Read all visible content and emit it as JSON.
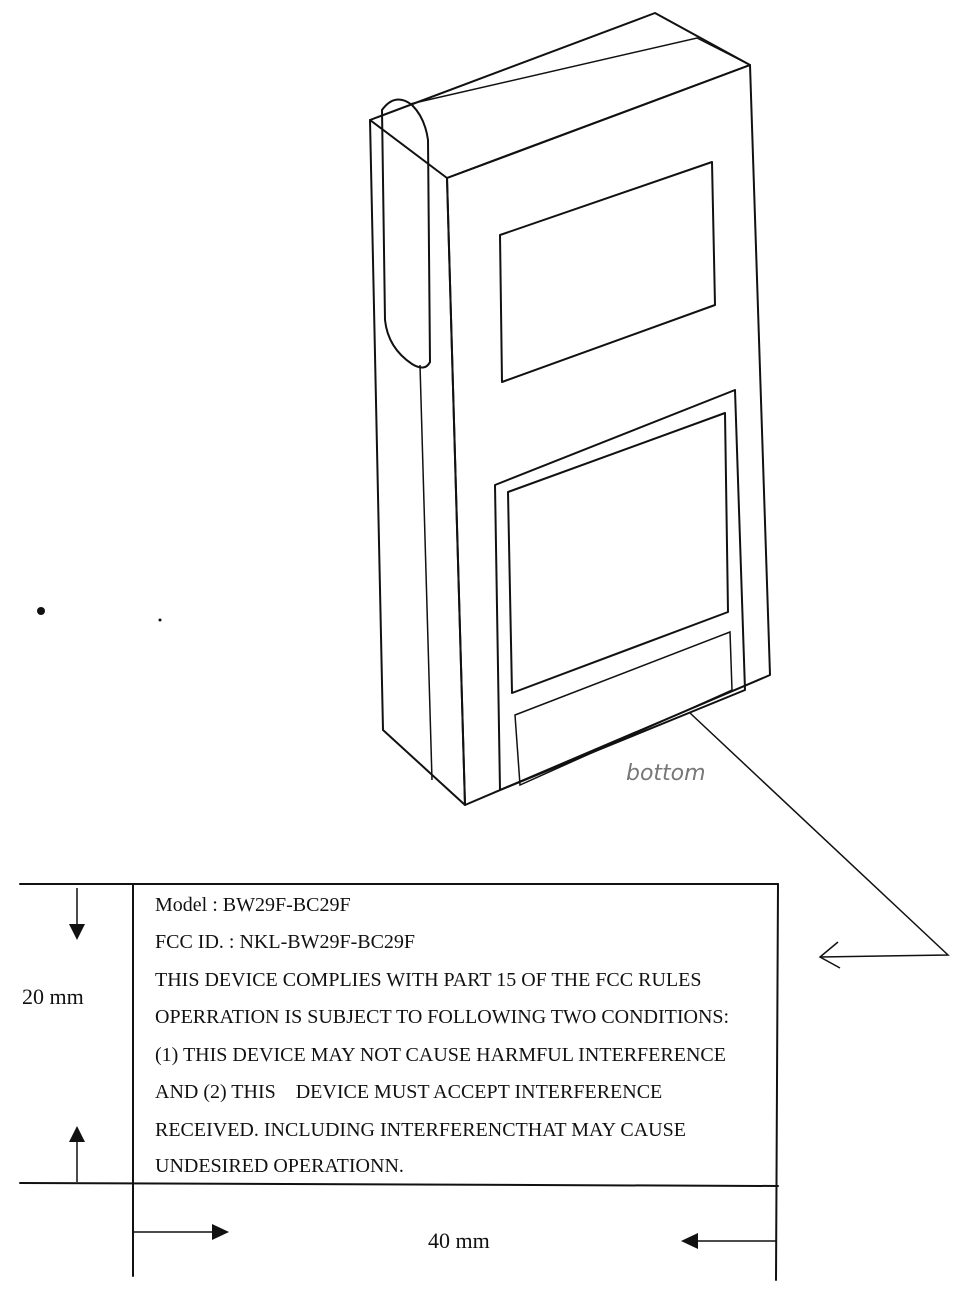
{
  "drawing": {
    "annotation": "bottom"
  },
  "label": {
    "lines": [
      "Model : BW29F-BC29F",
      "FCC ID. : NKL-BW29F-BC29F",
      "THIS DEVICE COMPLIES WITH PART 15 OF THE FCC RULES",
      "OPERRATION IS SUBJECT TO FOLLOWING TWO CONDITIONS:",
      "(1) THIS DEVICE MAY NOT CAUSE HARMFUL INTERFERENCE",
      "AND (2) THIS    DEVICE MUST ACCEPT INTERFERENCE",
      "RECEIVED. INCLUDING INTERFERENCTHAT MAY CAUSE",
      "UNDESIRED OPERATIONN."
    ]
  },
  "dimensions": {
    "height": "20 mm",
    "width": "40 mm"
  }
}
